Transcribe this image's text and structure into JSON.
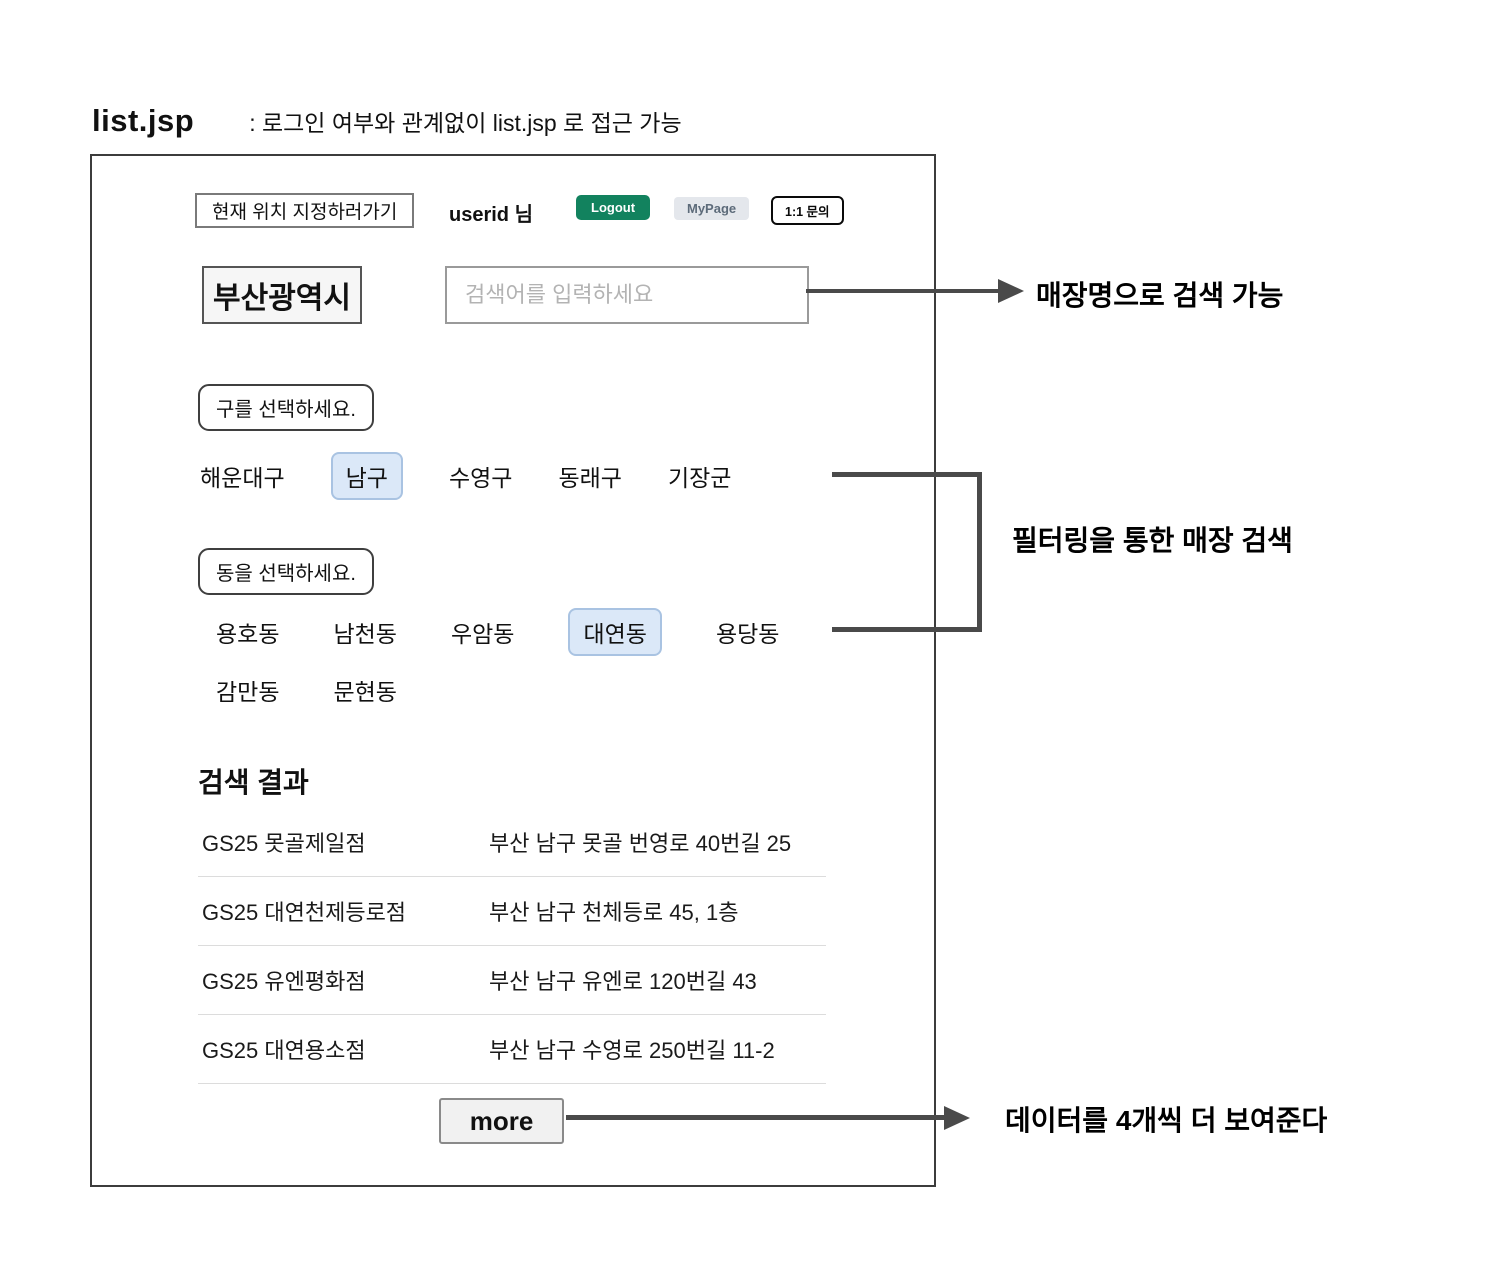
{
  "page": {
    "title": "list.jsp",
    "subtitle": ": 로그인 여부와 관계없이 list.jsp 로 접근 가능"
  },
  "header": {
    "location_button": "현재 위치 지정하러가기",
    "user_greeting": "userid 님",
    "logout_label": "Logout",
    "mypage_label": "MyPage",
    "inquiry_label": "1:1 문의"
  },
  "search": {
    "city": "부산광역시",
    "placeholder": "검색어를 입력하세요"
  },
  "gu_filter": {
    "prompt": "구를 선택하세요.",
    "items": [
      {
        "label": "해운대구",
        "selected": false
      },
      {
        "label": "남구",
        "selected": true
      },
      {
        "label": "수영구",
        "selected": false
      },
      {
        "label": "동래구",
        "selected": false
      },
      {
        "label": "기장군",
        "selected": false
      }
    ]
  },
  "dong_filter": {
    "prompt": "동을 선택하세요.",
    "rows": [
      [
        {
          "label": "용호동",
          "selected": false
        },
        {
          "label": "남천동",
          "selected": false
        },
        {
          "label": "우암동",
          "selected": false
        },
        {
          "label": "대연동",
          "selected": true
        },
        {
          "label": "용당동",
          "selected": false
        }
      ],
      [
        {
          "label": "감만동",
          "selected": false
        },
        {
          "label": "문현동",
          "selected": false
        }
      ]
    ]
  },
  "results": {
    "heading": "검색 결과",
    "rows": [
      {
        "name": "GS25 못골제일점",
        "address": "부산 남구 못골 번영로 40번길 25"
      },
      {
        "name": "GS25 대연천제등로점",
        "address": "부산 남구 천체등로 45, 1층"
      },
      {
        "name": "GS25 유엔평화점",
        "address": "부산 남구 유엔로 120번길 43"
      },
      {
        "name": "GS25 대연용소점",
        "address": "부산 남구 수영로 250번길 11-2"
      }
    ],
    "more_label": "more"
  },
  "annotations": {
    "search_note": "매장명으로 검색 가능",
    "filter_note": "필터링을 통한 매장 검색",
    "more_note": "데이터를 4개씩 더 보여준다"
  },
  "colors": {
    "logout_green": "#12825e",
    "mypage_gray": "#e4e7ec",
    "selected_chip_bg": "#dbe8f8",
    "selected_chip_border": "#a9c3e2",
    "annotation_arrow": "#4a4a4a"
  }
}
